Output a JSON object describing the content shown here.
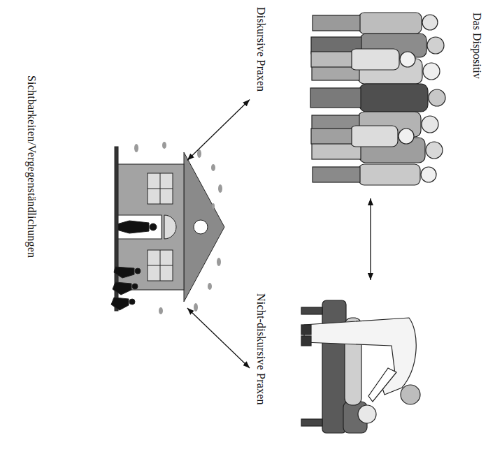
{
  "diagram": {
    "title": "Das Dispositiv",
    "nodes": [
      {
        "text": [
          "Diskursive Praxen"
        ]
      },
      {
        "text": [
          "Nicht-diskursive Praxen"
        ]
      },
      {
        "text": [
          "Sichtbarkeiten/Vergegenständlichungen"
        ]
      }
    ],
    "edges": [
      {
        "from": 0,
        "to": 1,
        "arrow": "both"
      },
      {
        "from": 0,
        "to": 2,
        "arrow": "both"
      },
      {
        "from": 1,
        "to": 2,
        "arrow": "both"
      }
    ]
  }
}
